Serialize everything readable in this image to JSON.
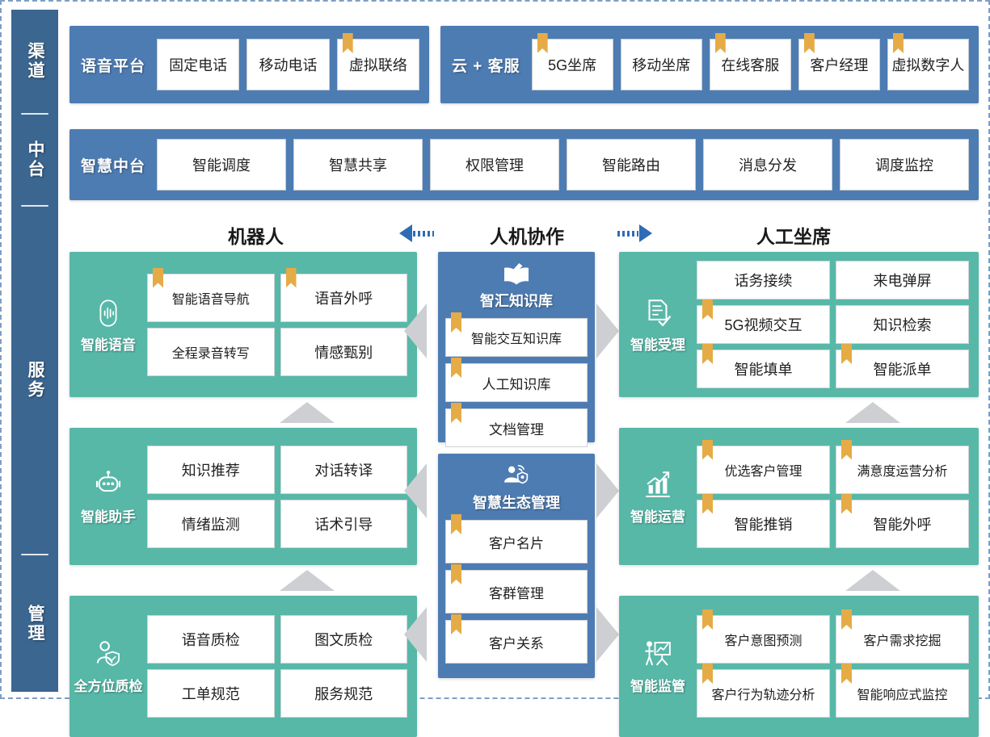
{
  "rail": {
    "segments": [
      {
        "label": "渠道"
      },
      {
        "label": "中台"
      },
      {
        "label": "服务"
      },
      {
        "label": "管理"
      }
    ]
  },
  "colors": {
    "blue": "#4d7cb3",
    "rail_blue": "#3b6690",
    "green": "#57b8a8",
    "bookmark_gold": "#e5ab46",
    "arrow_gray": "#cdcfd2",
    "border_dashed": "#7f9fc4"
  },
  "channel_row": {
    "voice_platform": {
      "title": "语音平台",
      "cells": [
        {
          "label": "固定电话",
          "bookmark": false
        },
        {
          "label": "移动电话",
          "bookmark": false
        },
        {
          "label": "虚拟联络",
          "bookmark": true
        }
      ]
    },
    "cloud_service": {
      "title": "云 + 客服",
      "cells": [
        {
          "label": "5G坐席",
          "bookmark": true
        },
        {
          "label": "移动坐席",
          "bookmark": false
        },
        {
          "label": "在线客服",
          "bookmark": true
        },
        {
          "label": "客户经理",
          "bookmark": true
        },
        {
          "label": "虚拟数字人",
          "bookmark": true
        }
      ]
    }
  },
  "platform_row": {
    "title": "智慧中台",
    "cells": [
      {
        "label": "智能调度",
        "bookmark": false
      },
      {
        "label": "智慧共享",
        "bookmark": false
      },
      {
        "label": "权限管理",
        "bookmark": false
      },
      {
        "label": "智能路由",
        "bookmark": false
      },
      {
        "label": "消息分发",
        "bookmark": false
      },
      {
        "label": "调度监控",
        "bookmark": false
      }
    ]
  },
  "section_headers": {
    "left": "机器人",
    "center": "人机协作",
    "right": "人工坐席"
  },
  "left_groups": [
    {
      "title": "智能语音",
      "icon": "voice-wave-icon",
      "rows": [
        [
          {
            "label": "智能语音导航",
            "bookmark": true
          },
          {
            "label": "语音外呼",
            "bookmark": true
          }
        ],
        [
          {
            "label": "全程录音转写",
            "bookmark": false
          },
          {
            "label": "情感甄别",
            "bookmark": false
          }
        ]
      ]
    },
    {
      "title": "智能助手",
      "icon": "robot-head-icon",
      "rows": [
        [
          {
            "label": "知识推荐",
            "bookmark": false
          },
          {
            "label": "对话转译",
            "bookmark": false
          }
        ],
        [
          {
            "label": "情绪监测",
            "bookmark": false
          },
          {
            "label": "话术引导",
            "bookmark": false
          }
        ]
      ]
    },
    {
      "title": "全方位质检",
      "icon": "person-shield-icon",
      "rows": [
        [
          {
            "label": "语音质检",
            "bookmark": false
          },
          {
            "label": "图文质检",
            "bookmark": false
          }
        ],
        [
          {
            "label": "工单规范",
            "bookmark": false
          },
          {
            "label": "服务规范",
            "bookmark": false
          }
        ]
      ]
    }
  ],
  "center_cards": [
    {
      "title": "智汇知识库",
      "icon": "open-book-pen-icon",
      "items": [
        {
          "label": "智能交互知识库",
          "bookmark": true
        },
        {
          "label": "人工知识库",
          "bookmark": true
        },
        {
          "label": "文档管理",
          "bookmark": true
        }
      ]
    },
    {
      "title": "智慧生态管理",
      "icon": "person-network-icon",
      "items": [
        {
          "label": "客户名片",
          "bookmark": true
        },
        {
          "label": "客群管理",
          "bookmark": true
        },
        {
          "label": "客户关系",
          "bookmark": true
        }
      ]
    }
  ],
  "right_groups": [
    {
      "title": "智能受理",
      "icon": "document-check-icon",
      "rows": [
        [
          {
            "label": "话务接续",
            "bookmark": false
          },
          {
            "label": "来电弹屏",
            "bookmark": false
          }
        ],
        [
          {
            "label": "5G视频交互",
            "bookmark": true
          },
          {
            "label": "知识检索",
            "bookmark": false
          }
        ],
        [
          {
            "label": "智能填单",
            "bookmark": true
          },
          {
            "label": "智能派单",
            "bookmark": true
          }
        ]
      ]
    },
    {
      "title": "智能运营",
      "icon": "bar-chart-trend-icon",
      "rows": [
        [
          {
            "label": "优选客户管理",
            "bookmark": true
          },
          {
            "label": "满意度运营分析",
            "bookmark": true
          }
        ],
        [
          {
            "label": "智能推销",
            "bookmark": true
          },
          {
            "label": "智能外呼",
            "bookmark": true
          }
        ]
      ]
    },
    {
      "title": "智能监管",
      "icon": "presenter-board-icon",
      "rows": [
        [
          {
            "label": "客户意图预测",
            "bookmark": true
          },
          {
            "label": "客户需求挖掘",
            "bookmark": true
          }
        ],
        [
          {
            "label": "客户行为轨迹分析",
            "bookmark": true
          },
          {
            "label": "智能响应式监控",
            "bookmark": true
          }
        ]
      ]
    }
  ]
}
